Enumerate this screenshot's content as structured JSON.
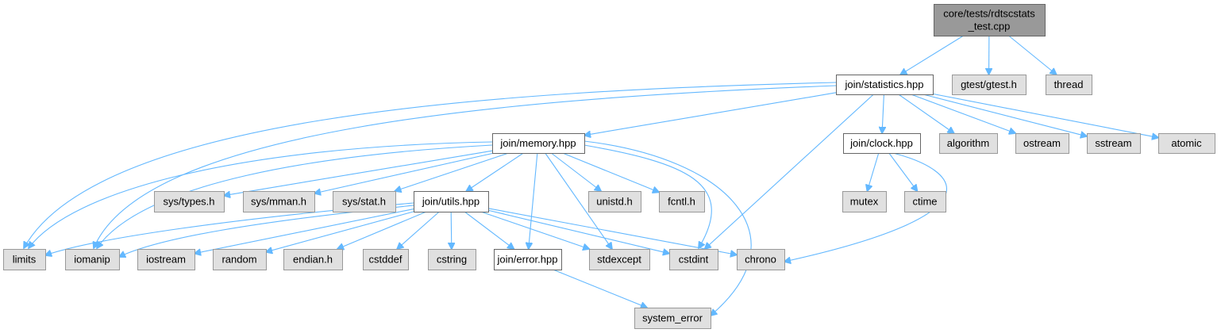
{
  "title": "Include dependency graph for core/tests/rdtscstats_test.cpp",
  "colors": {
    "edge": "#63b8ff",
    "root_fill": "#999999",
    "root_stroke": "#666666",
    "internal_fill": "#ffffff",
    "internal_stroke": "#666666",
    "external_fill": "#e0e0e0",
    "external_stroke": "#999999"
  },
  "nodes": [
    {
      "id": "root",
      "lines": [
        "core/tests/rdtscstats",
        "_test.cpp"
      ],
      "kind": "root"
    },
    {
      "id": "statistics",
      "lines": [
        "join/statistics.hpp"
      ],
      "kind": "internal"
    },
    {
      "id": "gtest",
      "lines": [
        "gtest/gtest.h"
      ],
      "kind": "external"
    },
    {
      "id": "thread",
      "lines": [
        "thread"
      ],
      "kind": "external"
    },
    {
      "id": "memory",
      "lines": [
        "join/memory.hpp"
      ],
      "kind": "internal"
    },
    {
      "id": "clock",
      "lines": [
        "join/clock.hpp"
      ],
      "kind": "internal"
    },
    {
      "id": "algorithm",
      "lines": [
        "algorithm"
      ],
      "kind": "external"
    },
    {
      "id": "ostream",
      "lines": [
        "ostream"
      ],
      "kind": "external"
    },
    {
      "id": "sstream",
      "lines": [
        "sstream"
      ],
      "kind": "external"
    },
    {
      "id": "atomic",
      "lines": [
        "atomic"
      ],
      "kind": "external"
    },
    {
      "id": "systypes",
      "lines": [
        "sys/types.h"
      ],
      "kind": "external"
    },
    {
      "id": "sysmman",
      "lines": [
        "sys/mman.h"
      ],
      "kind": "external"
    },
    {
      "id": "sysstat",
      "lines": [
        "sys/stat.h"
      ],
      "kind": "external"
    },
    {
      "id": "utils",
      "lines": [
        "join/utils.hpp"
      ],
      "kind": "internal"
    },
    {
      "id": "unistd",
      "lines": [
        "unistd.h"
      ],
      "kind": "external"
    },
    {
      "id": "fcntl",
      "lines": [
        "fcntl.h"
      ],
      "kind": "external"
    },
    {
      "id": "mutex",
      "lines": [
        "mutex"
      ],
      "kind": "external"
    },
    {
      "id": "ctime",
      "lines": [
        "ctime"
      ],
      "kind": "external"
    },
    {
      "id": "limits",
      "lines": [
        "limits"
      ],
      "kind": "external"
    },
    {
      "id": "iomanip",
      "lines": [
        "iomanip"
      ],
      "kind": "external"
    },
    {
      "id": "iostream",
      "lines": [
        "iostream"
      ],
      "kind": "external"
    },
    {
      "id": "random",
      "lines": [
        "random"
      ],
      "kind": "external"
    },
    {
      "id": "endian",
      "lines": [
        "endian.h"
      ],
      "kind": "external"
    },
    {
      "id": "cstddef",
      "lines": [
        "cstddef"
      ],
      "kind": "external"
    },
    {
      "id": "cstring",
      "lines": [
        "cstring"
      ],
      "kind": "external"
    },
    {
      "id": "error",
      "lines": [
        "join/error.hpp"
      ],
      "kind": "internal"
    },
    {
      "id": "stdexcept",
      "lines": [
        "stdexcept"
      ],
      "kind": "external"
    },
    {
      "id": "cstdint",
      "lines": [
        "cstdint"
      ],
      "kind": "external"
    },
    {
      "id": "chrono",
      "lines": [
        "chrono"
      ],
      "kind": "external"
    },
    {
      "id": "system_error",
      "lines": [
        "system_error"
      ],
      "kind": "external"
    }
  ],
  "edges": [
    [
      "root",
      "statistics"
    ],
    [
      "root",
      "gtest"
    ],
    [
      "root",
      "thread"
    ],
    [
      "statistics",
      "memory"
    ],
    [
      "statistics",
      "clock"
    ],
    [
      "statistics",
      "algorithm"
    ],
    [
      "statistics",
      "ostream"
    ],
    [
      "statistics",
      "sstream"
    ],
    [
      "statistics",
      "atomic"
    ],
    [
      "statistics",
      "limits"
    ],
    [
      "statistics",
      "iomanip"
    ],
    [
      "statistics",
      "cstdint"
    ],
    [
      "memory",
      "systypes"
    ],
    [
      "memory",
      "sysmman"
    ],
    [
      "memory",
      "sysstat"
    ],
    [
      "memory",
      "utils"
    ],
    [
      "memory",
      "unistd"
    ],
    [
      "memory",
      "fcntl"
    ],
    [
      "memory",
      "limits"
    ],
    [
      "memory",
      "iomanip"
    ],
    [
      "memory",
      "error"
    ],
    [
      "memory",
      "stdexcept"
    ],
    [
      "memory",
      "cstdint"
    ],
    [
      "memory",
      "system_error"
    ],
    [
      "clock",
      "mutex"
    ],
    [
      "clock",
      "ctime"
    ],
    [
      "clock",
      "chrono"
    ],
    [
      "utils",
      "limits"
    ],
    [
      "utils",
      "iomanip"
    ],
    [
      "utils",
      "iostream"
    ],
    [
      "utils",
      "random"
    ],
    [
      "utils",
      "endian"
    ],
    [
      "utils",
      "cstddef"
    ],
    [
      "utils",
      "cstring"
    ],
    [
      "utils",
      "error"
    ],
    [
      "utils",
      "stdexcept"
    ],
    [
      "utils",
      "cstdint"
    ],
    [
      "utils",
      "chrono"
    ],
    [
      "error",
      "system_error"
    ]
  ]
}
